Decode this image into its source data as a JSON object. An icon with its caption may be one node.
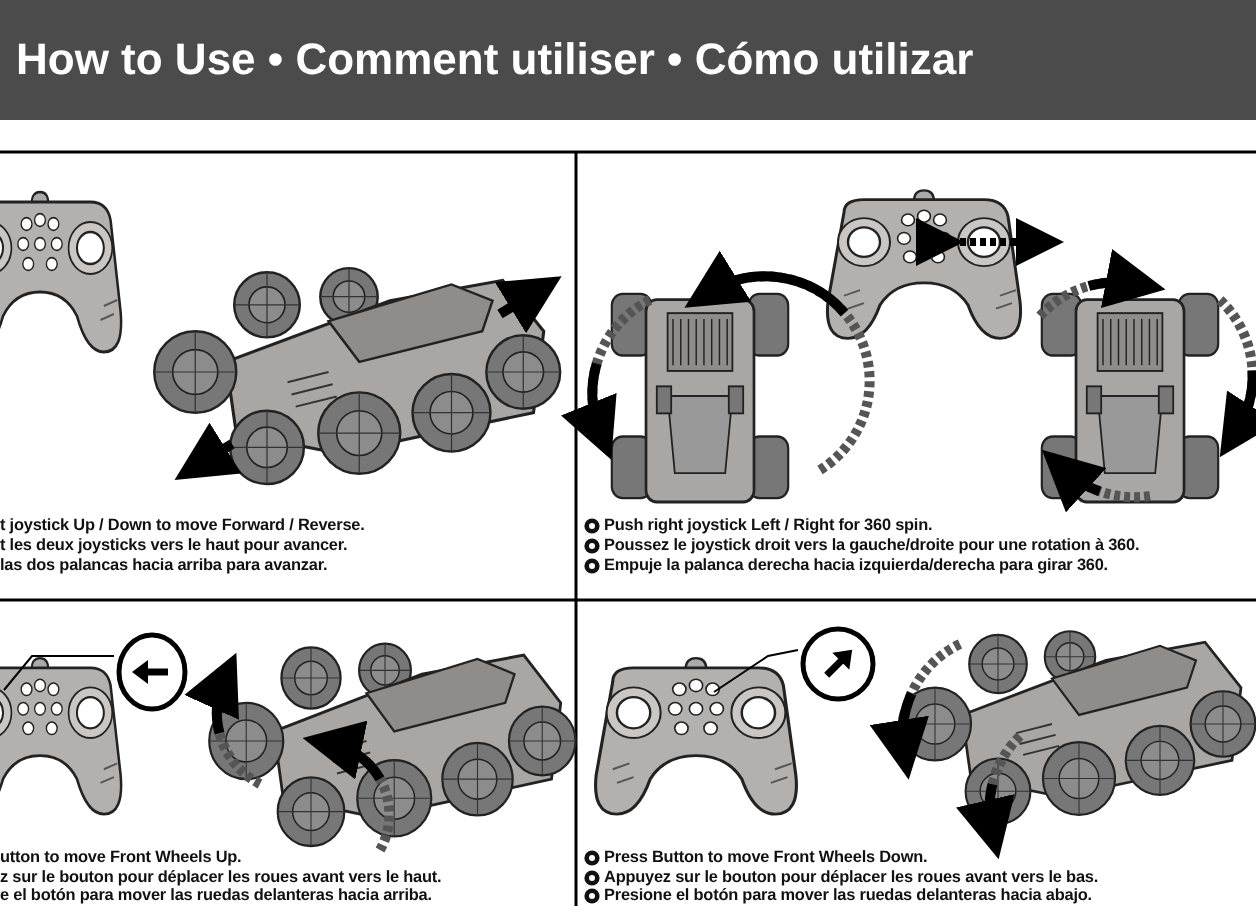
{
  "diagram": {
    "title": "How to Use • Comment utiliser • Cómo utilizar",
    "nodes": [
      {
        "text": [],
        "shape": "circle"
      },
      {
        "text": [],
        "shape": "circle"
      }
    ],
    "edges": [
      {
        "from": 0,
        "to": null,
        "arrow": "none"
      },
      {
        "from": 1,
        "to": null,
        "arrow": "none"
      }
    ],
    "labels": [
      "t joystick  Up / Down to move Forward / Reverse.",
      "t les deux joysticks vers le haut pour avancer.",
      "las dos palancas hacia arriba para avanzar.",
      "Push right joystick Left / Right for 360 spin.",
      "Poussez le joystick droit vers la gauche/droite pour une rotation à 360.",
      "Empuje la palanca derecha hacia izquierda/derecha para girar 360.",
      "utton to move Front Wheels Up.",
      "z sur le bouton pour déplacer les roues avant vers le haut.",
      "e el botón para mover las ruedas delanteras hacia arriba.",
      "Press Button to move Front Wheels Down.",
      "Appuyez sur le bouton pour déplacer les roues avant vers le bas.",
      "Presione el botón para mover las ruedas delanteras hacia abajo."
    ]
  }
}
